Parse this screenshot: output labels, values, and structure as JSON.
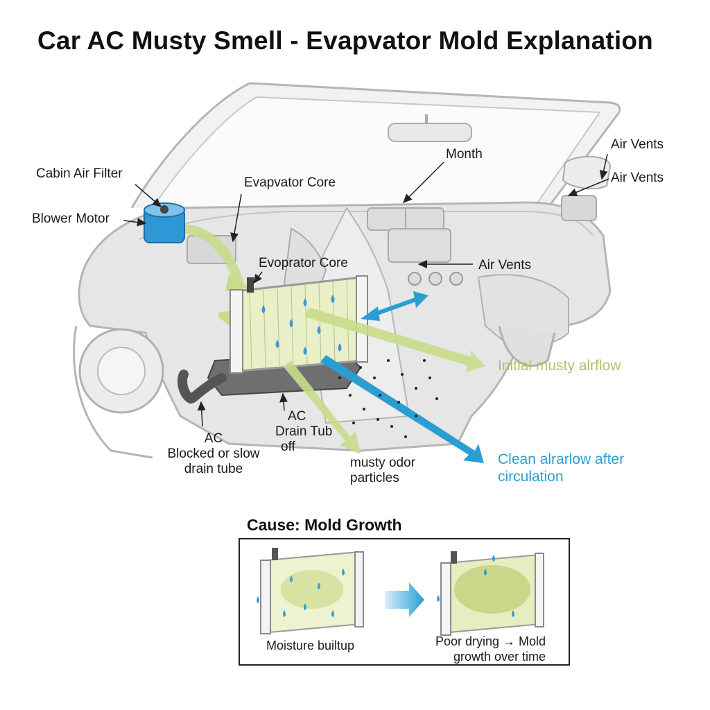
{
  "title": "Car AC Musty Smell - Evapvator Mold Explanation",
  "labels": {
    "cabin_air_filter": "Cabin Air Filter",
    "blower_motor": "Blower Motor",
    "evaporator_core_top": "Evapvator Core",
    "evaporator_core_mid": "Evoprator Core",
    "month": "Month",
    "air_vents_1": "Air Vents",
    "air_vents_2": "Air Vents",
    "air_vents_3": "Air Vents",
    "initial_musty_airflow": "Initial musty alrflow",
    "clean_airflow_line1": "Clean alrarlow after",
    "clean_airflow_line2": "circulation",
    "ac_drain_line1": "AC",
    "ac_drain_line2": "Drain Tub",
    "ac_drain_line3": "off",
    "blocked_line1": "AC",
    "blocked_line2": "Blocked or slow",
    "blocked_line3": "drain tube",
    "musty_odor_line1": "musty odor",
    "musty_odor_line2": "particles"
  },
  "cause": {
    "title": "Cause: Mold Growth",
    "left_caption": "Moisture builtup",
    "right_caption_line1": "Poor drying → Mold",
    "right_caption_line2": "growth over time"
  },
  "colors": {
    "green_airflow": "#c8dc8a",
    "green_text": "#a9c76a",
    "blue_airflow": "#2a9ed1",
    "car_outline": "#b5b5b5",
    "car_fill": "#e6e6e6",
    "blower_blue": "#2f97d6"
  }
}
